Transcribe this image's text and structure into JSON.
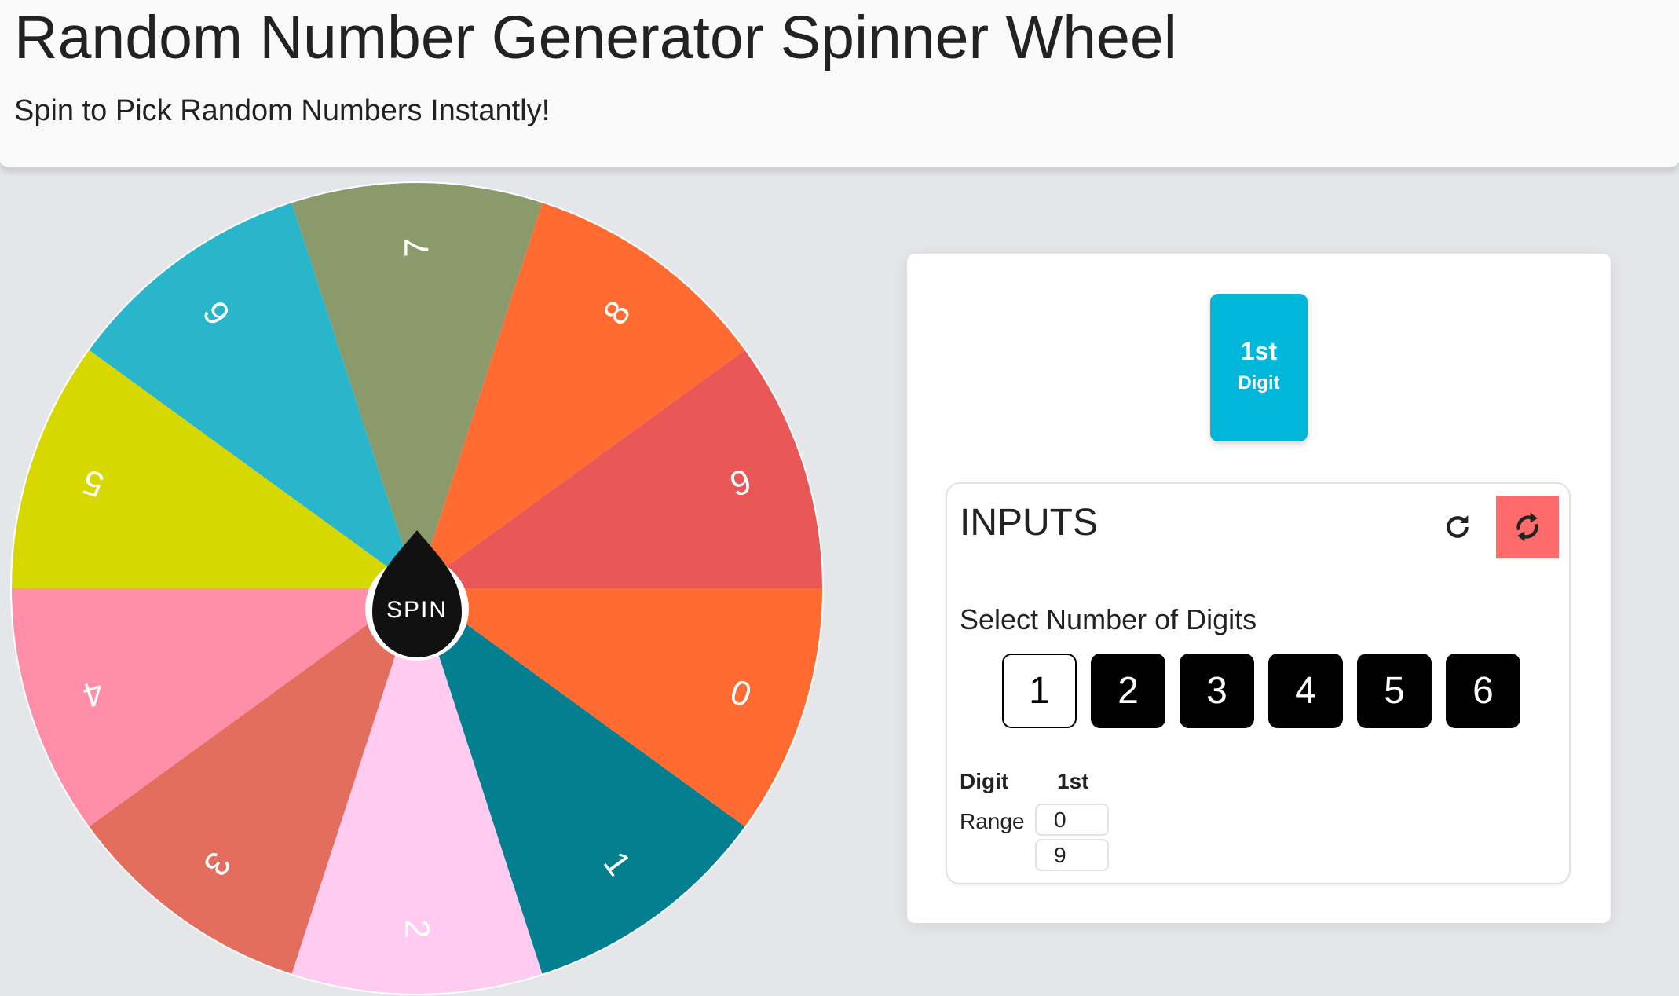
{
  "header": {
    "title": "Random Number Generator Spinner Wheel",
    "subtitle": "Spin to Pick Random Numbers Instantly!"
  },
  "wheel": {
    "spin_label": "SPIN",
    "segments": [
      {
        "label": "0",
        "color": "#FF6B30"
      },
      {
        "label": "1",
        "color": "#037F8F"
      },
      {
        "label": "2",
        "color": "#FFCBF0"
      },
      {
        "label": "3",
        "color": "#E36E5E"
      },
      {
        "label": "4",
        "color": "#FF8FA8"
      },
      {
        "label": "5",
        "color": "#D6D800"
      },
      {
        "label": "6",
        "color": "#29B6CB"
      },
      {
        "label": "7",
        "color": "#8A9A6B"
      },
      {
        "label": "8",
        "color": "#FF6B30"
      },
      {
        "label": "9",
        "color": "#E95757"
      }
    ]
  },
  "result_tile": {
    "ordinal": "1st",
    "label": "Digit"
  },
  "inputs": {
    "title": "INPUTS",
    "refresh_icon": "refresh-icon",
    "reset_icon": "sync-icon",
    "select_label": "Select Number of Digits",
    "digit_options": [
      "1",
      "2",
      "3",
      "4",
      "5",
      "6"
    ],
    "selected_digits": "1",
    "digit_header": "Digit",
    "digit_column": "1st",
    "range_label": "Range",
    "range_min": "0",
    "range_max": "9"
  },
  "colors": {
    "tile": "#00B7DA",
    "reset": "#FF6A6A"
  }
}
